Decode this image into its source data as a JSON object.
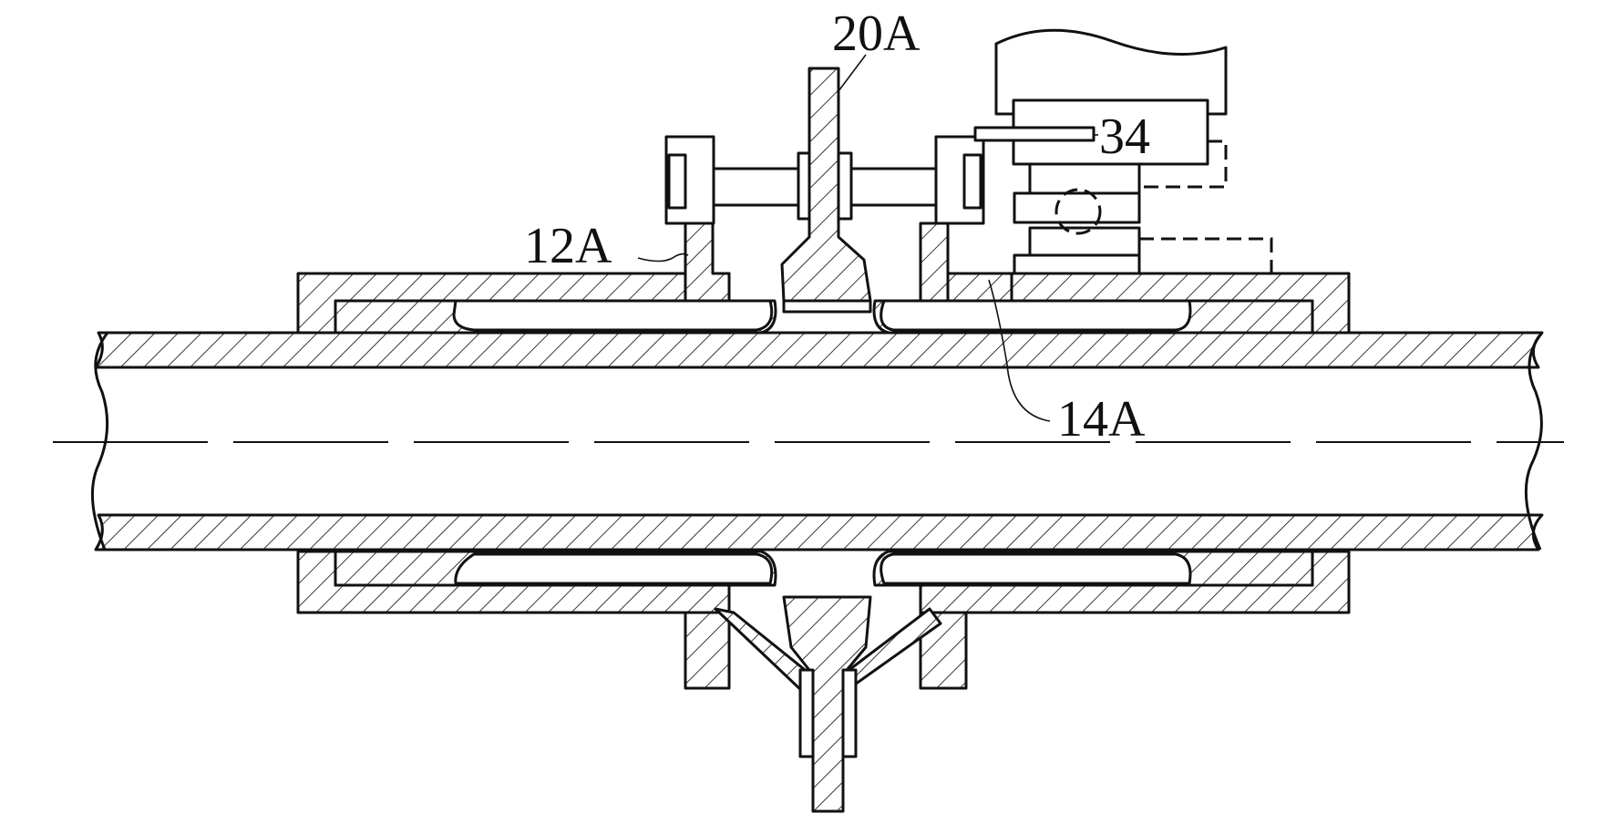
{
  "labels": {
    "top_clamp": "20A",
    "pump_unit": "34",
    "left_flange": "12A",
    "right_flange": "14A"
  }
}
